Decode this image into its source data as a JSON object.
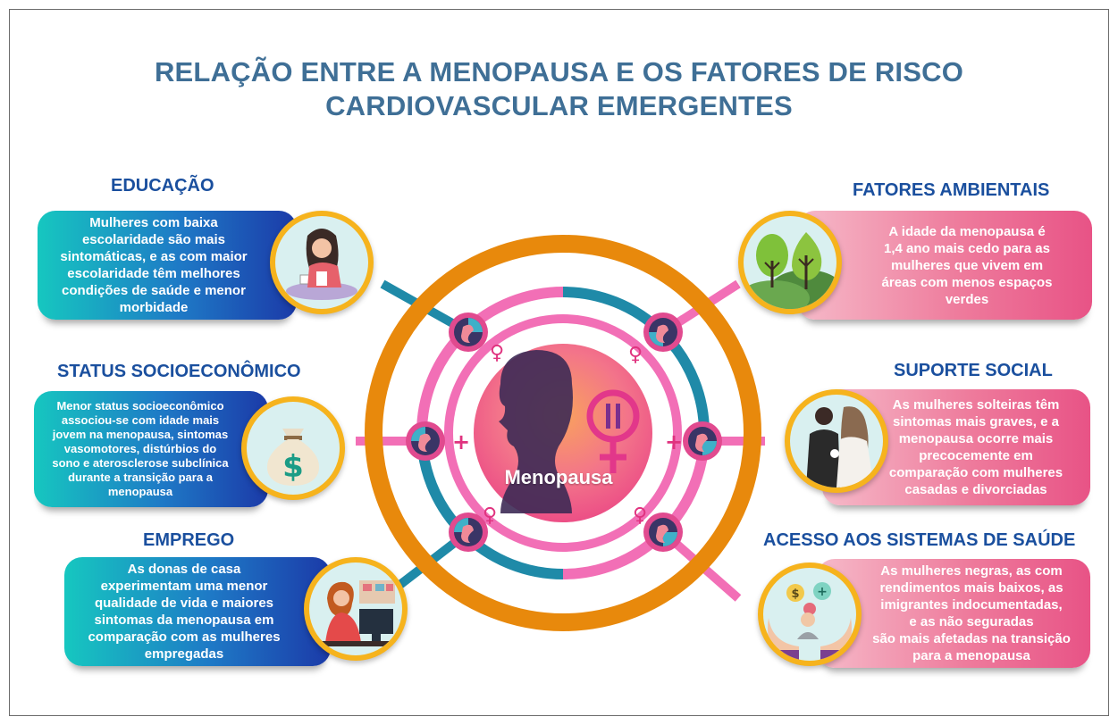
{
  "title": {
    "line1": "RELAÇÃO ENTRE A MENOPAUSA E OS FATORES DE RISCO",
    "line2": "CARDIOVASCULAR EMERGENTES"
  },
  "center": {
    "label": "Menopausa"
  },
  "factors": {
    "educacao": {
      "heading": "EDUCAÇÃO",
      "lines": [
        "Mulheres com baixa",
        "escolaridade são mais",
        "sintomáticas, e as com maior",
        "escolaridade têm melhores",
        "condições de saúde e menor",
        "morbidade"
      ]
    },
    "socio": {
      "heading": "STATUS SOCIOECONÔMICO",
      "lines": [
        "Menor status socioeconômico",
        "associou-se  com idade mais",
        "jovem na menopausa, sintomas",
        "vasomotores, distúrbios do",
        "sono e aterosclerose subclínica",
        "durante a transição para a",
        "menopausa"
      ]
    },
    "emprego": {
      "heading": "EMPREGO",
      "lines": [
        "As donas de casa",
        "experimentam uma menor",
        "qualidade de vida e maiores",
        "sintomas da menopausa em",
        "comparação com as mulheres",
        "empregadas"
      ]
    },
    "ambientais": {
      "heading": "FATORES AMBIENTAIS",
      "lines": [
        "A idade da menopausa é",
        "1,4 ano mais cedo para as",
        "mulheres que vivem em",
        "áreas com menos espaços",
        "verdes"
      ]
    },
    "suporte": {
      "heading": "SUPORTE SOCIAL",
      "lines": [
        "As mulheres solteiras têm",
        "sintomas mais graves, e a",
        "menopausa ocorre mais",
        "precocemente em",
        "comparação com mulheres",
        "casadas e divorciadas"
      ]
    },
    "acesso": {
      "heading": "ACESSO AOS SISTEMAS DE SAÚDE",
      "lines": [
        "As mulheres negras, as  com",
        "rendimentos mais baixos,  as",
        "imigrantes indocumentadas,",
        "e  as não seguradas",
        "são mais afetadas  na transição",
        "para a menopausa"
      ]
    }
  },
  "colors": {
    "title": "#3f6f96",
    "heading": "#1a4f9e",
    "orange_ring": "#e8890c",
    "teal_ring": "#1f8aa8",
    "pink_ring": "#f26fb6",
    "icon_border": "#f6b31d"
  },
  "icons": [
    "woman-studying-icon",
    "money-bag-icon",
    "woman-at-computer-icon",
    "trees-icon",
    "couple-icon",
    "hands-care-icon",
    "menopause-symbol-icon",
    "female-symbol-icon"
  ]
}
